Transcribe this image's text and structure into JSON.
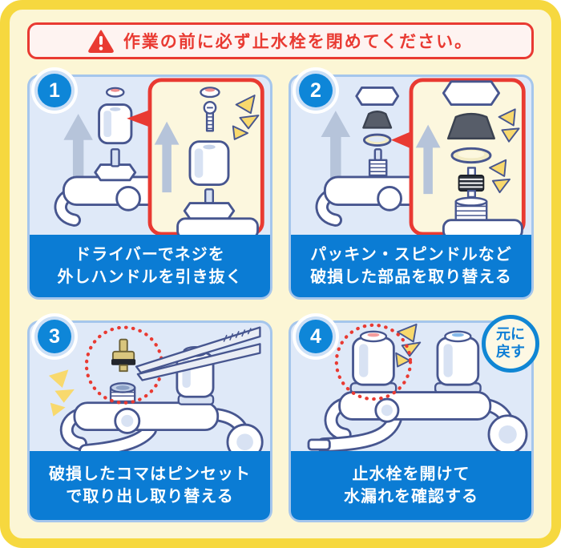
{
  "warning": {
    "text": "作業の前に必ず止水栓を閉めてください。",
    "icon": "warning-triangle-icon"
  },
  "steps": [
    {
      "number": "1",
      "caption": "ドライバーでネジを\n外しハンドルを引き抜く"
    },
    {
      "number": "2",
      "caption": "パッキン・スピンドルなど\n破損した部品を取り替える"
    },
    {
      "number": "3",
      "caption": "破損したコマはピンセット\nで取り出し取り替える"
    },
    {
      "number": "4",
      "caption": "止水栓を開けて\n水漏れを確認する"
    }
  ],
  "restore_badge": {
    "text": "元に\n戻す"
  },
  "colors": {
    "frame_yellow": "#f6d83f",
    "sheet_cream": "#fcf6d5",
    "warning_red": "#e93a32",
    "panel_bg": "#dfe9f8",
    "panel_border": "#a5c6ec",
    "caption_blue": "#0b7cd4",
    "step_badge_blue": "#0e86d8",
    "inset_cream": "#fcf7de",
    "outline_navy": "#47568f",
    "sparkle_yellow": "#f8d96d"
  }
}
